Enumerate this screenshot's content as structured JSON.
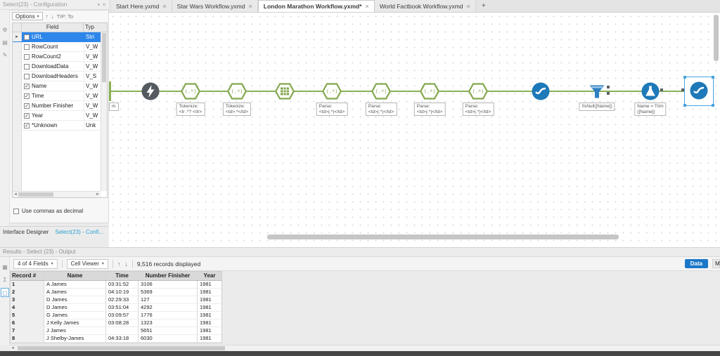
{
  "colors": {
    "green": "#84a74e",
    "blue": "#1e79b8",
    "dark": "#555a61",
    "filter_blue": "#2e7fc1",
    "selection": "#4aa3dd",
    "selected_row": "#2e86ea",
    "data_tab_bg": "#1b78c8"
  },
  "icons": {
    "caret_down": "▾",
    "arrow_up": "↑",
    "arrow_down": "↓",
    "close": "×",
    "close_small": "✕",
    "check": "✓",
    "row_pointer": "▸",
    "scroll_left": "◄",
    "scroll_right": "►",
    "wrench": "⚙",
    "tag": "▤",
    "pencil": "✎",
    "grid": "▦",
    "sigma": "Σ",
    "doc": "▢"
  },
  "config_panel": {
    "title": "Select(23) - Configuration",
    "options_button": "Options",
    "tip_text": "TIP: To",
    "columns": {
      "field": "Field",
      "type": "Typ"
    },
    "rows": [
      {
        "checked": false,
        "selected": true,
        "field": "URL",
        "type": "Stri"
      },
      {
        "checked": false,
        "field": "RowCount",
        "type": "V_W"
      },
      {
        "checked": false,
        "field": "RowCount2",
        "type": "V_W"
      },
      {
        "checked": false,
        "field": "DownloadData",
        "type": "V_W"
      },
      {
        "checked": false,
        "field": "DownloadHeaders",
        "type": "V_S"
      },
      {
        "checked": true,
        "field": "Name",
        "type": "V_W"
      },
      {
        "checked": true,
        "field": "Time",
        "type": "V_W"
      },
      {
        "checked": true,
        "field": "Number Finisher",
        "type": "V_W"
      },
      {
        "checked": true,
        "field": "Year",
        "type": "V_W"
      },
      {
        "checked": true,
        "field": "*Unknown",
        "type": "Unk"
      }
    ],
    "use_commas_label": "Use commas as decimal",
    "footer_tabs": [
      {
        "label": "Interface Designer",
        "active": false
      },
      {
        "label": "Select(23) - Confi...",
        "active": true
      }
    ]
  },
  "tab_bar": {
    "close_glyph": "×",
    "new_tab": "+",
    "tabs": [
      {
        "label": "Start Here.yxmd",
        "active": false
      },
      {
        "label": "Star Wars Workflow.yxmd",
        "active": false
      },
      {
        "label": "London Marathon Workflow.yxmd*",
        "active": true
      },
      {
        "label": "World Factbook Workflow.yxmd",
        "active": false
      }
    ]
  },
  "canvas": {
    "tools": [
      {
        "type": "edge",
        "name": "partial-hidden-tool",
        "annotation": [
          "m"
        ]
      },
      {
        "type": "download",
        "name": "download-tool"
      },
      {
        "type": "regex",
        "name": "regex-tokenize-tool",
        "glyph": "(.*)",
        "annotation": [
          "Tokenize:",
          "<tr .*? </tr>"
        ]
      },
      {
        "type": "regex",
        "name": "regex-tokenize-tool",
        "glyph": "(.*)",
        "annotation": [
          "Tokenize:",
          "<td>.*</td>"
        ]
      },
      {
        "type": "text-to-columns",
        "name": "text-to-columns-tool"
      },
      {
        "type": "regex",
        "name": "regex-parse-tool",
        "glyph": "(.*)",
        "annotation": [
          "Parse:",
          "<td>(.*)</td>"
        ]
      },
      {
        "type": "regex",
        "name": "regex-parse-tool",
        "glyph": "(.*)",
        "annotation": [
          "Parse:",
          "<td>(.*)</td>"
        ]
      },
      {
        "type": "regex",
        "name": "regex-parse-tool",
        "glyph": "(.*)",
        "annotation": [
          "Parse:",
          "<td>(.*)</td>"
        ]
      },
      {
        "type": "regex",
        "name": "regex-parse-tool",
        "glyph": "(.*)",
        "annotation": [
          "Parse:",
          "<td>(.*)</td>"
        ]
      },
      {
        "type": "select",
        "name": "select-tool"
      },
      {
        "type": "filter",
        "name": "filter-tool",
        "annotation": [
          "!IsNull([Name])"
        ]
      },
      {
        "type": "formula",
        "name": "formula-tool",
        "annotation": [
          "Name = Trim",
          "([Name])"
        ]
      },
      {
        "type": "select-selected",
        "name": "select-23-tool"
      }
    ]
  },
  "results_panel": {
    "title": "Results - Select (23) - Output",
    "fields_dropdown": "4 of 4 Fields",
    "cell_viewer": "Cell Viewer",
    "records_text": "9,516 records displayed",
    "data_tab": "Data",
    "metadata_tab": "M",
    "table": {
      "headers": [
        "Record #",
        "Name",
        "Time",
        "Number Finisher",
        "Year"
      ],
      "rows": [
        [
          "1",
          "A James",
          "03:31:52",
          "3106",
          "1981"
        ],
        [
          "2",
          "A James",
          "04:10:19",
          "5369",
          "1981"
        ],
        [
          "3",
          "D James",
          "02:29:33",
          "127",
          "1981"
        ],
        [
          "4",
          "D James",
          "03:51:04",
          "4292",
          "1981"
        ],
        [
          "5",
          "G James",
          "03:09:57",
          "1776",
          "1981"
        ],
        [
          "6",
          "J Kelly James",
          "03:08:28",
          "1323",
          "1981"
        ],
        [
          "7",
          "J James",
          "",
          "5651",
          "1981"
        ],
        [
          "8",
          "J Shelby-James",
          "04:33:18",
          "6030",
          "1981"
        ]
      ]
    }
  }
}
